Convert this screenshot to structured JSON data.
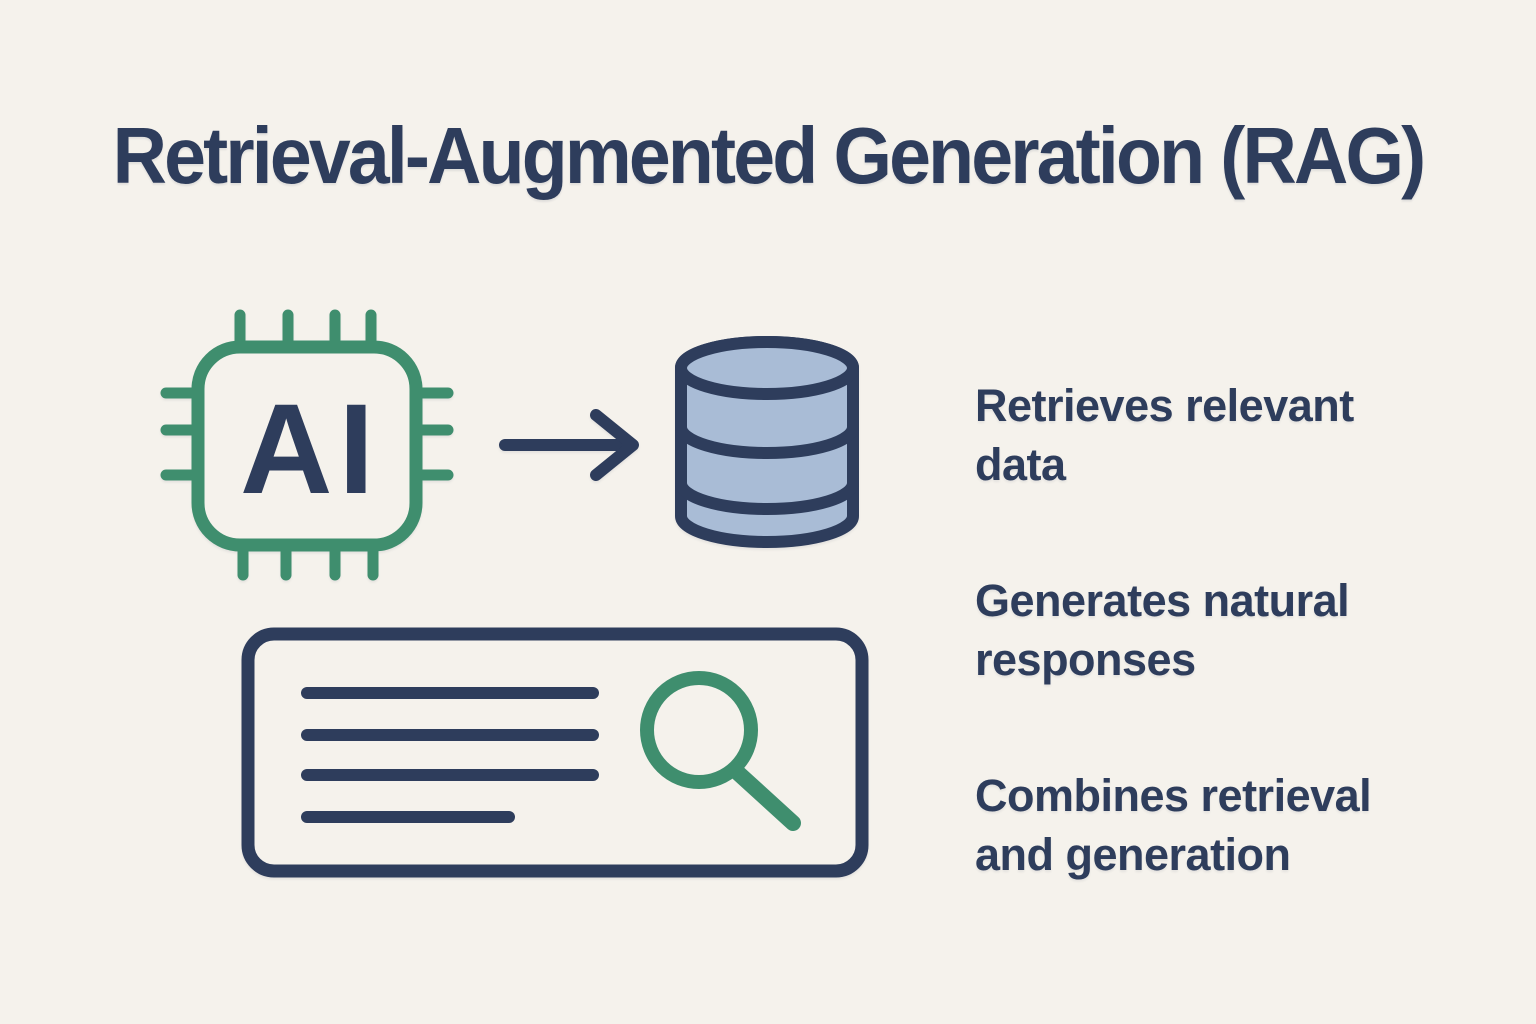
{
  "title": "Retrieval-Augmented Generation (RAG)",
  "diagram": {
    "chip_label": "AI",
    "icon_names": [
      "ai-chip-icon",
      "arrow-right-icon",
      "database-icon",
      "search-bar-icon",
      "magnifier-icon"
    ]
  },
  "features": [
    {
      "text": "Retrieves relevant\ndata"
    },
    {
      "text": "Generates natural\nresponses"
    },
    {
      "text": "Combines retrieval\nand generation"
    }
  ],
  "colors": {
    "background": "#f5f2ec",
    "navy": "#2e3d5c",
    "green": "#3f8e6e",
    "database_fill": "#a9bcd6"
  }
}
